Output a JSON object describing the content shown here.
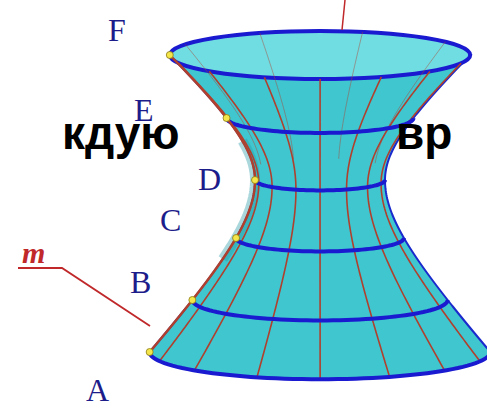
{
  "diagram": {
    "labels": [
      "кдую",
      "вр",
      "F",
      "E",
      "D",
      "C",
      "B",
      "A",
      "m"
    ]
  }
}
